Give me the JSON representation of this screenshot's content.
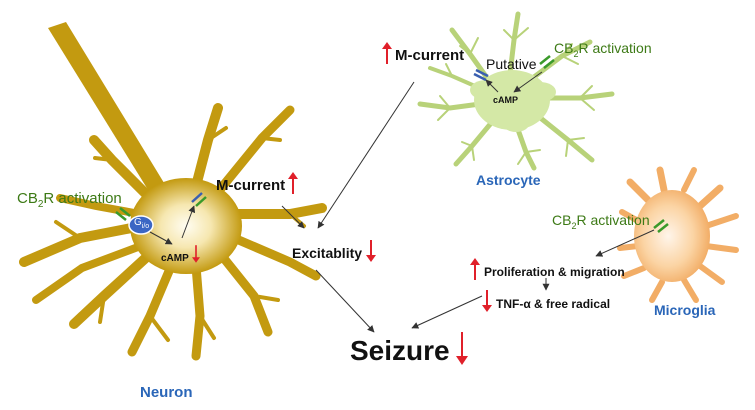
{
  "neuron": {
    "cb2r_prefix": "CB",
    "cb2r_sub": "2",
    "cb2r_suffix": "R activation",
    "gi_main": "G",
    "gi_sub": "i/o",
    "camp": "cAMP",
    "m_current": "M-current",
    "name": "Neuron",
    "color": "#c39a10"
  },
  "astrocyte": {
    "m_current": "M-current",
    "cb2r_prefix": "CB",
    "cb2r_sub": "2",
    "cb2r_suffix": "R activation",
    "putative": "Putative",
    "camp": "cAMP",
    "name": "Astrocyte",
    "color": "#d4e8a6"
  },
  "microglia": {
    "cb2r_prefix": "CB",
    "cb2r_sub": "2",
    "cb2r_suffix": "R activation",
    "proliferation": "Proliferation & migration",
    "tnf": "TNF-α & free radical",
    "name": "Microglia",
    "color": "#f7c48c"
  },
  "excitability": "Excitablity",
  "seizure": "Seizure",
  "colors": {
    "receptor_green": "#3a9a2a",
    "receptor_blue": "#3a5fb0",
    "arrow_red": "#e0202a",
    "label_green": "#3d7a16",
    "label_blue": "#2a66b8",
    "g_protein": "#3b66c4"
  }
}
